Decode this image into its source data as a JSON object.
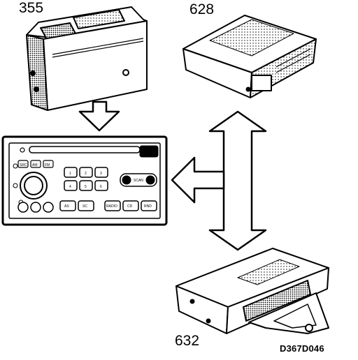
{
  "labels": {
    "unit_355": "355",
    "unit_628": "628",
    "unit_632": "632",
    "drawing_code": "D367D046"
  },
  "radio_panel": {
    "top_buttons": [
      "SRC",
      "AM",
      "FM"
    ],
    "right_button": "SCAN",
    "bottom_buttons": [
      "AS",
      "SC",
      "RADIO",
      "CD",
      "RND"
    ],
    "preset_digits": [
      "1",
      "2",
      "3",
      "4",
      "5",
      "6"
    ]
  },
  "arrows": [
    {
      "from": "unit_355",
      "to": "radio_panel",
      "kind": "single"
    },
    {
      "from": "junction",
      "to": "radio_panel",
      "kind": "single"
    },
    {
      "from": "unit_628",
      "to": "unit_632",
      "kind": "double"
    }
  ]
}
